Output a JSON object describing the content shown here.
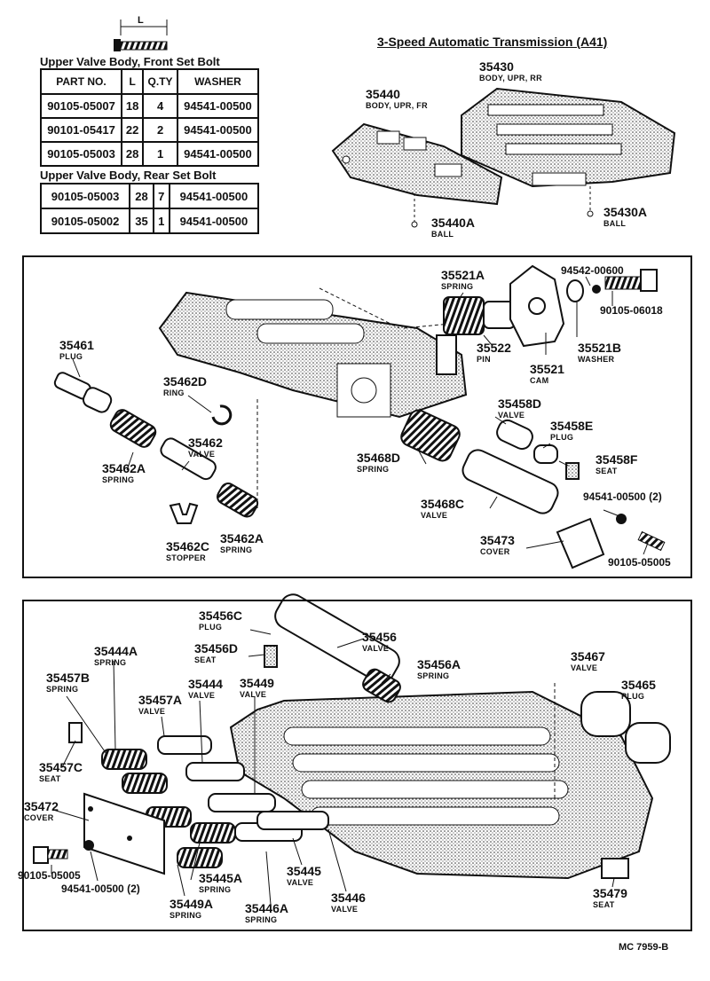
{
  "title": "3-Speed Automatic Transmission (A41)",
  "dimension_label": "L",
  "front_table": {
    "title": "Upper Valve Body, Front Set Bolt",
    "headers": [
      "PART NO.",
      "L",
      "Q.TY",
      "WASHER"
    ],
    "rows": [
      [
        "90105-05007",
        "18",
        "4",
        "94541-00500"
      ],
      [
        "90101-05417",
        "22",
        "2",
        "94541-00500"
      ],
      [
        "90105-05003",
        "28",
        "1",
        "94541-00500"
      ]
    ]
  },
  "rear_table": {
    "title": "Upper Valve Body, Rear Set Bolt",
    "rows": [
      [
        "90105-05003",
        "28",
        "7",
        "94541-00500"
      ],
      [
        "90105-05002",
        "35",
        "1",
        "94541-00500"
      ]
    ]
  },
  "parts": {
    "p35430": {
      "num": "35430",
      "name": "BODY, UPR, RR"
    },
    "p35440": {
      "num": "35440",
      "name": "BODY, UPR, FR"
    },
    "p35440A": {
      "num": "35440A",
      "name": "BALL"
    },
    "p35430A": {
      "num": "35430A",
      "name": "BALL"
    },
    "p35521A": {
      "num": "35521A",
      "name": "SPRING"
    },
    "p94542": {
      "num": "94542-00600"
    },
    "p90105_06018": {
      "num": "90105-06018"
    },
    "p35461": {
      "num": "35461",
      "name": "PLUG"
    },
    "p35522": {
      "num": "35522",
      "name": "PIN"
    },
    "p35521B": {
      "num": "35521B",
      "name": "WASHER"
    },
    "p35521": {
      "num": "35521",
      "name": "CAM"
    },
    "p35462D": {
      "num": "35462D",
      "name": "RING"
    },
    "p35458D": {
      "num": "35458D",
      "name": "VALVE"
    },
    "p35458E": {
      "num": "35458E",
      "name": "PLUG"
    },
    "p35462": {
      "num": "35462",
      "name": "VALVE"
    },
    "p35468D": {
      "num": "35468D",
      "name": "SPRING"
    },
    "p35458F": {
      "num": "35458F",
      "name": "SEAT"
    },
    "p35462A_1": {
      "num": "35462A",
      "name": "SPRING"
    },
    "p35468C": {
      "num": "35468C",
      "name": "VALVE"
    },
    "p94541_a": {
      "num": "94541-00500 (2)"
    },
    "p35462C": {
      "num": "35462C",
      "name": "STOPPER"
    },
    "p35462A_2": {
      "num": "35462A",
      "name": "SPRING"
    },
    "p35473": {
      "num": "35473",
      "name": "COVER"
    },
    "p90105_05005_a": {
      "num": "90105-05005"
    },
    "p35456C": {
      "num": "35456C",
      "name": "PLUG"
    },
    "p35456D": {
      "num": "35456D",
      "name": "SEAT"
    },
    "p35456": {
      "num": "35456",
      "name": "VALVE"
    },
    "p35444A": {
      "num": "35444A",
      "name": "SPRING"
    },
    "p35456A": {
      "num": "35456A",
      "name": "SPRING"
    },
    "p35467": {
      "num": "35467",
      "name": "VALVE"
    },
    "p35457B": {
      "num": "35457B",
      "name": "SPRING"
    },
    "p35444": {
      "num": "35444",
      "name": "VALVE"
    },
    "p35449": {
      "num": "35449",
      "name": "VALVE"
    },
    "p35465": {
      "num": "35465",
      "name": "PLUG"
    },
    "p35457A": {
      "num": "35457A",
      "name": "VALVE"
    },
    "p35457C": {
      "num": "35457C",
      "name": "SEAT"
    },
    "p35472": {
      "num": "35472",
      "name": "COVER"
    },
    "p35445A": {
      "num": "35445A",
      "name": "SPRING"
    },
    "p35445": {
      "num": "35445",
      "name": "VALVE"
    },
    "p35446": {
      "num": "35446",
      "name": "VALVE"
    },
    "p35479": {
      "num": "35479",
      "name": "SEAT"
    },
    "p90105_05005_b": {
      "num": "90105-05005"
    },
    "p94541_b": {
      "num": "94541-00500 (2)"
    },
    "p35449A": {
      "num": "35449A",
      "name": "SPRING"
    },
    "p35446A": {
      "num": "35446A",
      "name": "SPRING"
    }
  },
  "drawing_code": "MC 7959-B"
}
